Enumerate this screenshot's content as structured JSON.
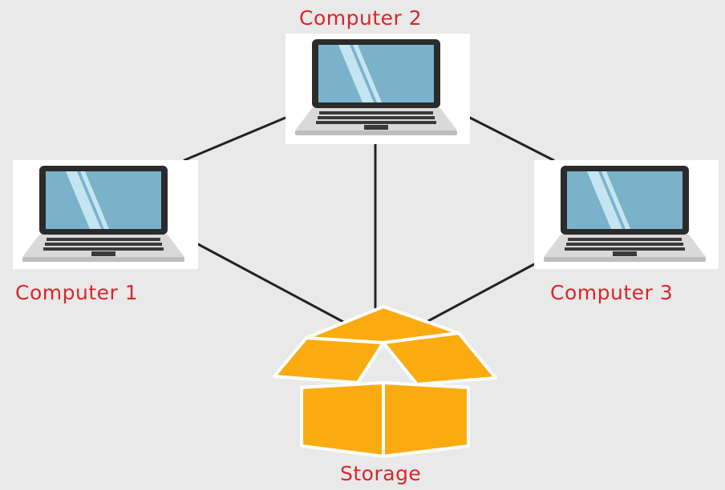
{
  "colors": {
    "background": "#e9e9e9",
    "label": "#d9262b",
    "storage_label": "#d9262b",
    "link": "#222222",
    "card": "#ffffff",
    "screen": "#7ab2c9",
    "screen_glare": "#c4e4f0",
    "laptop_frame": "#2b2b2b",
    "laptop_base": "#d9d9d9",
    "keys": "#3a3a3a",
    "box": "#fbab12",
    "box_edge": "#ffffff"
  },
  "nodes": {
    "computer1": {
      "label": "Computer 1",
      "icon": "laptop-icon"
    },
    "computer2": {
      "label": "Computer 2",
      "icon": "laptop-icon"
    },
    "computer3": {
      "label": "Computer 3",
      "icon": "laptop-icon"
    },
    "storage": {
      "label": "Storage",
      "icon": "open-box-icon"
    }
  },
  "links": [
    {
      "from": "Computer 1",
      "to": "Computer 2"
    },
    {
      "from": "Computer 2",
      "to": "Computer 3"
    },
    {
      "from": "Computer 1",
      "to": "Storage"
    },
    {
      "from": "Computer 2",
      "to": "Storage"
    },
    {
      "from": "Computer 3",
      "to": "Storage"
    }
  ]
}
